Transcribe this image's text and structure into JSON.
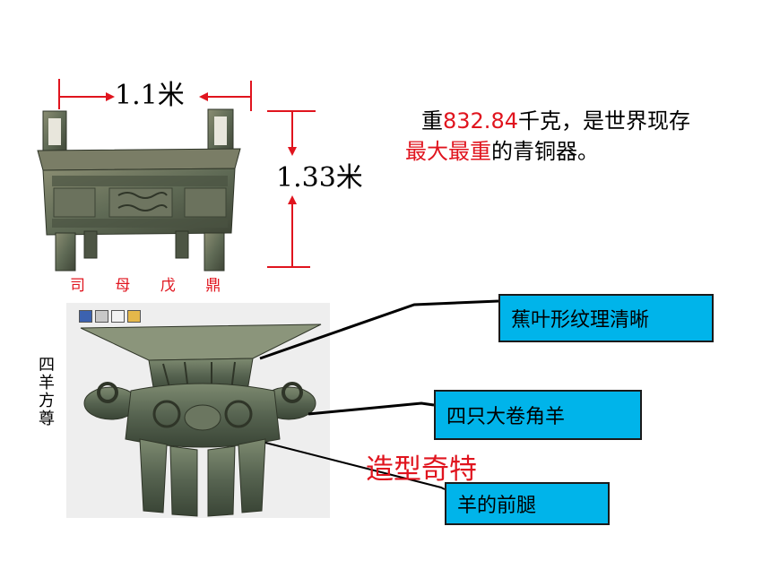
{
  "ding": {
    "width_label": "1.1米",
    "height_label": "1.33米",
    "caption": "司 母 戊 鼎"
  },
  "description": {
    "part1": "重",
    "weight": "832.84",
    "part2": "千克，是世界现存",
    "highlight": "最大最重",
    "part3": "的青铜器。"
  },
  "zun": {
    "name_vertical": [
      "四",
      "羊",
      "方",
      "尊"
    ],
    "feature_text": "造型奇特"
  },
  "labels": [
    {
      "text": "蕉叶形纹理清晰"
    },
    {
      "text": "四只大卷角羊"
    },
    {
      "text": "羊的前腿"
    }
  ],
  "colors": {
    "accent_red": "#e0141e",
    "label_blue": "#00b4ea",
    "bronze": "#5f6a55"
  },
  "icons": [
    "save-icon",
    "print-icon",
    "mail-icon",
    "folder-icon"
  ]
}
